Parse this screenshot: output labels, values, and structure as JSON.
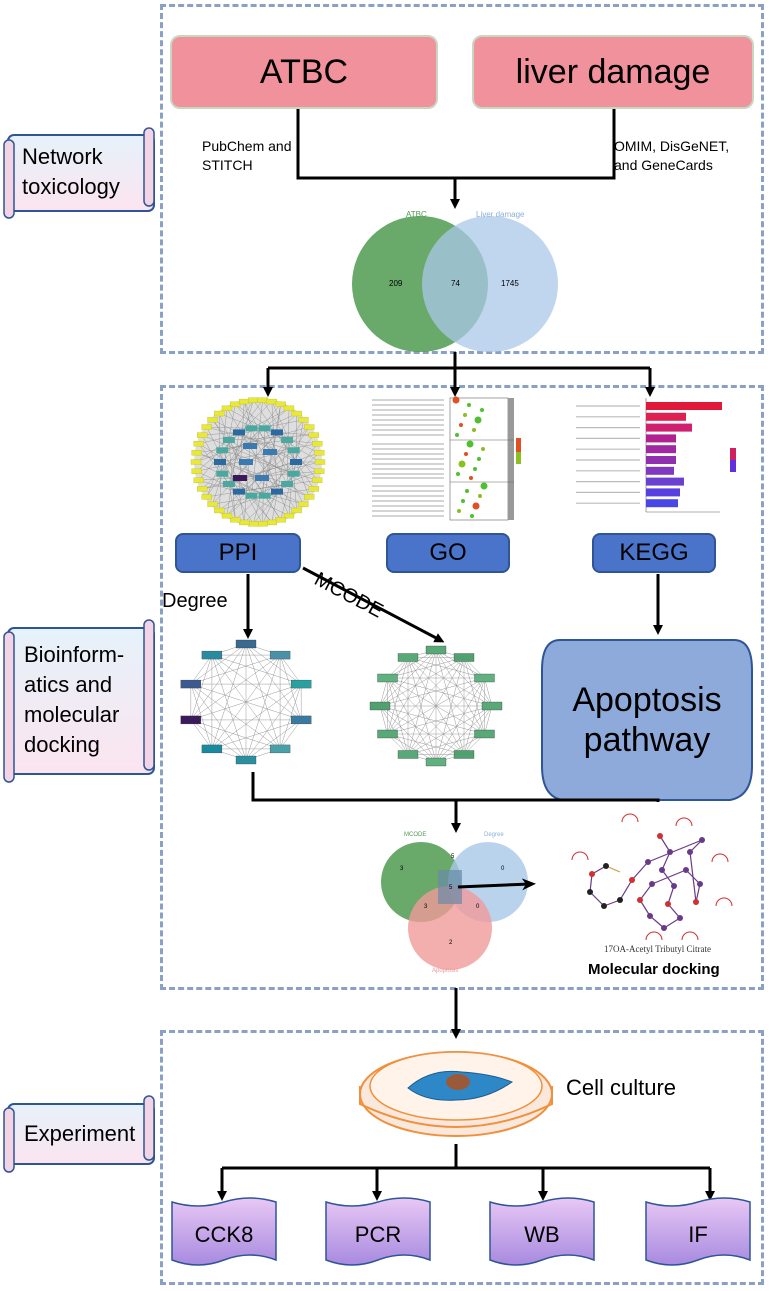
{
  "sections": {
    "network_toxicology": "Network\ntoxicology",
    "bioinformatics": "Bioinform-\natics and\nmolecular\ndocking",
    "experiment": "Experiment"
  },
  "top_boxes": {
    "atbc": "ATBC",
    "liver_damage": "liver damage"
  },
  "sources": {
    "left": "PubChem and\nSTITCH",
    "right": "OMIM, DisGeNET,\nand GeneCards"
  },
  "venn1": {
    "left_label": "ATBC",
    "right_label": "Liver damage",
    "left_value": "209",
    "center_value": "74",
    "right_value": "1745"
  },
  "analysis_boxes": {
    "ppi": "PPI",
    "go": "GO",
    "kegg": "KEGG"
  },
  "edge_labels": {
    "degree": "Degree",
    "mcode": "MCODE"
  },
  "pathway": "Apoptosis\npathway",
  "venn2": {
    "label_a": "MCODE",
    "label_b": "Degree",
    "label_c": "Apoptosis",
    "v1": "3",
    "v2": "5",
    "v3": "0",
    "v4": "3",
    "v5": "5",
    "v6": "0",
    "v7": "2"
  },
  "docking": {
    "ligand_caption": "17OA-Acetyl Tributyl Citrate",
    "label": "Molecular docking"
  },
  "cell_culture": "Cell culture",
  "assays": [
    "CCK8",
    "PCR",
    "WB",
    "IF"
  ],
  "colors": {
    "pink": "#f0919b",
    "blue": "#4a74c9",
    "dash": "#8aa0c4",
    "pathway": "#8eaadb",
    "assay": "#c9a8e8"
  }
}
